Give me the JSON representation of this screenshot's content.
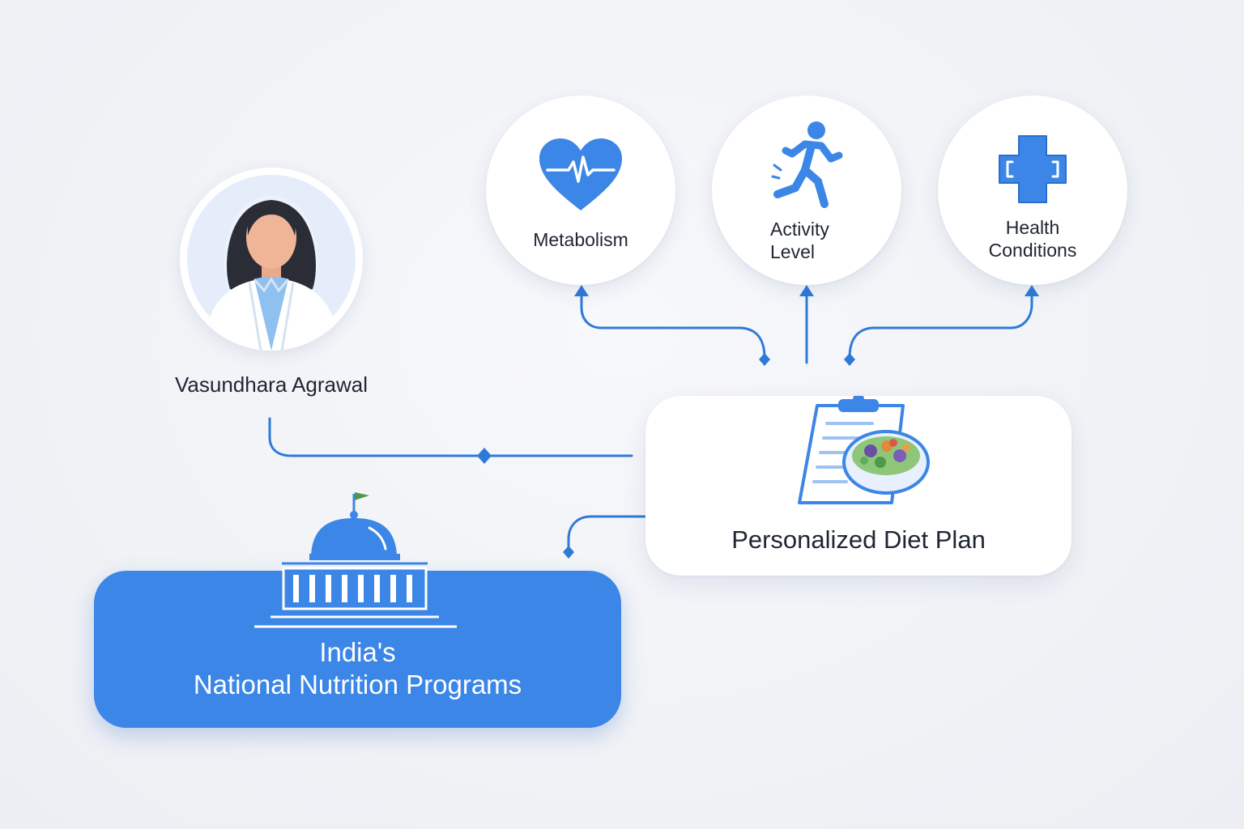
{
  "person": {
    "name": "Vasundhara Agrawal"
  },
  "factors": [
    {
      "id": "metabolism",
      "label": "Metabolism",
      "icon": "heart-pulse-icon"
    },
    {
      "id": "activity",
      "label": "Activity\nLevel",
      "icon": "running-person-icon"
    },
    {
      "id": "health",
      "label": "Health\nConditions",
      "icon": "medical-cross-icon"
    }
  ],
  "plan": {
    "title": "Personalized Diet Plan",
    "icon": "clipboard-salad-icon"
  },
  "program": {
    "title_line1": "India's",
    "title_line2": "National Nutrition Programs",
    "icon": "government-building-icon"
  },
  "colors": {
    "accent": "#3b86e6",
    "connector": "#2f7ad9",
    "text": "#1f2533",
    "background": "#f2f3f7"
  }
}
